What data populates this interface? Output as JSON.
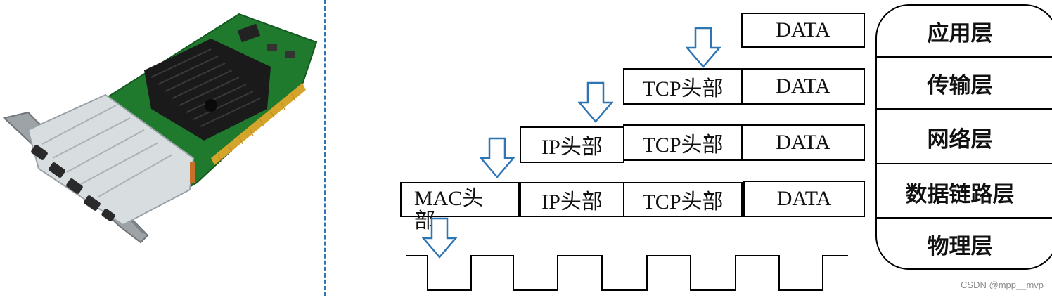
{
  "left_panel": {
    "image": "network-interface-card-photo"
  },
  "rows": [
    {
      "label": "application-row",
      "cells": [
        "DATA"
      ]
    },
    {
      "label": "transport-row",
      "cells": [
        "TCP头部",
        "DATA"
      ]
    },
    {
      "label": "network-row",
      "cells": [
        "IP头部",
        "TCP头部",
        "DATA"
      ]
    },
    {
      "label": "datalink-row",
      "cells": [
        "MAC头部",
        "IP头部",
        "TCP头部",
        "DATA"
      ]
    }
  ],
  "layers": [
    "应用层",
    "传输层",
    "网络层",
    "数据链路层",
    "物理层"
  ],
  "watermark": "CSDN @mpp__mvp",
  "colors": {
    "arrow": "#2e75b6",
    "divider": "#2e75b6",
    "pcb": "#1f7a2e",
    "heatsink": "#1a1a1a",
    "gold": "#d4a52a"
  }
}
